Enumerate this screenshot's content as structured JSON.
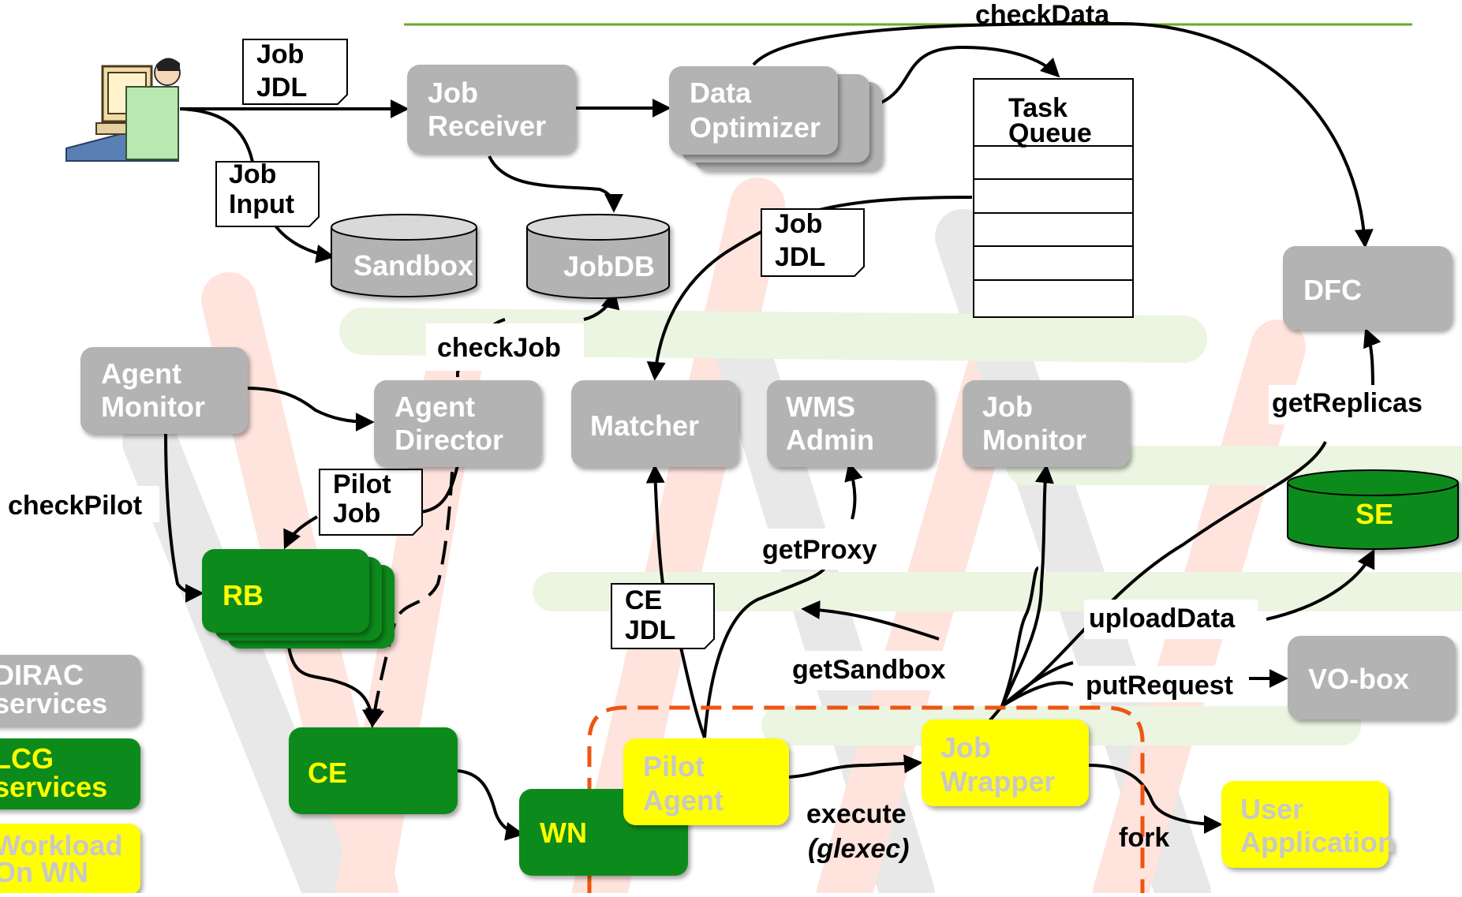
{
  "colors": {
    "dirac_gray": "#b3b3b3",
    "lcg_green": "#0a8a1f",
    "workload_yellow": "#ffff00",
    "node_text_light": "#ffffff",
    "lcg_text": "#ffff00",
    "workload_text": "#c8c8c8",
    "top_rule": "#6aaa2a",
    "wn_box_border": "#ee5511"
  },
  "documents": {
    "job_jdl": [
      "Job",
      "JDL"
    ],
    "job_input": [
      "Job",
      "Input"
    ],
    "job_jdl_matcher": [
      "Job",
      "JDL"
    ],
    "pilot_job": [
      "Pilot",
      "Job"
    ],
    "ce_jdl": [
      "CE",
      "JDL"
    ]
  },
  "task_queue": [
    "Task",
    "Queue"
  ],
  "services": {
    "job_receiver": [
      "Job",
      "Receiver"
    ],
    "data_optimizer": [
      "Data",
      "Optimizer"
    ],
    "dfc": [
      "DFC"
    ],
    "agent_monitor": [
      "Agent",
      "Monitor"
    ],
    "agent_director": [
      "Agent",
      "Director"
    ],
    "matcher": [
      "Matcher"
    ],
    "wms_admin": [
      "WMS",
      "Admin"
    ],
    "job_monitor": [
      "Job",
      "Monitor"
    ],
    "vo_box": [
      "VO-box"
    ]
  },
  "databases": {
    "sandbox": "Sandbox",
    "jobdb": "JobDB",
    "se": "SE"
  },
  "lcg": {
    "rb": "RB",
    "ce": "CE",
    "wn": "WN"
  },
  "workload": {
    "pilot_agent": [
      "Pilot",
      "Agent"
    ],
    "job_wrapper": [
      "Job",
      "Wrapper"
    ],
    "user_application": [
      "User",
      "Application"
    ]
  },
  "edge_labels": {
    "check_data": "checkData",
    "check_job": "checkJob",
    "check_pilot": "checkPilot",
    "get_replicas": "getReplicas",
    "get_proxy": "getProxy",
    "upload_data": "uploadData",
    "get_sandbox": "getSandbox",
    "put_request": "putRequest",
    "execute": "execute",
    "glexec": "(glexec)",
    "fork": "fork"
  },
  "legend": {
    "dirac": [
      "DIRAC",
      "services"
    ],
    "lcg": [
      "LCG",
      "services"
    ],
    "workload": [
      "Workload",
      "On WN"
    ]
  }
}
